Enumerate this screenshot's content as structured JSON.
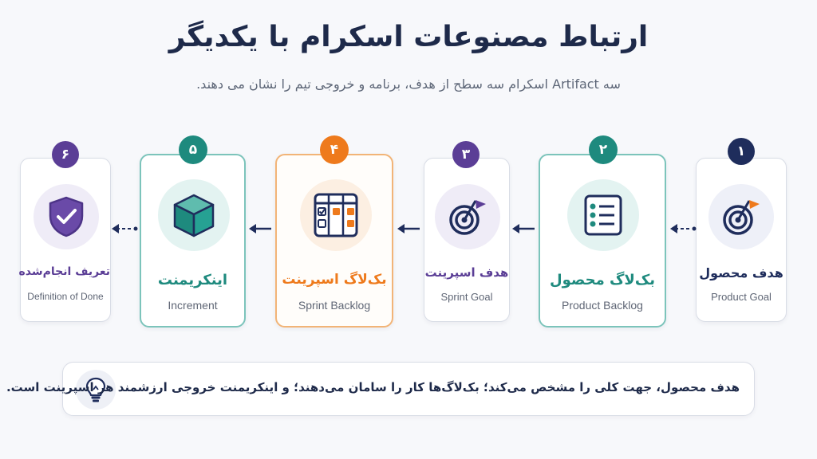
{
  "title": "ارتباط مصنوعات اسکرام با یکدیگر",
  "subtitle": "سه Artifact اسکرام سه سطح از هدف، برنامه و خروجی تیم را نشان می دهند.",
  "colors": {
    "navy": "#1f2d5c",
    "teal": "#1e8a7e",
    "purple": "#5b3e96",
    "orange": "#ee7a1c"
  },
  "artifacts": [
    {
      "number": "۱",
      "title_fa": "هدف محصول",
      "title_en": "Product Goal",
      "icon": "target-flag-icon"
    },
    {
      "number": "۲",
      "title_fa": "بک‌لاگ محصول",
      "title_en": "Product Backlog",
      "icon": "checklist-icon"
    },
    {
      "number": "۳",
      "title_fa": "هدف اسپرینت",
      "title_en": "Sprint Goal",
      "icon": "target-flag-icon"
    },
    {
      "number": "۴",
      "title_fa": "بک‌لاگ اسپرینت",
      "title_en": "Sprint Backlog",
      "icon": "task-board-icon"
    },
    {
      "number": "۵",
      "title_fa": "اینکریمنت",
      "title_en": "Increment",
      "icon": "cube-icon"
    },
    {
      "number": "۶",
      "title_fa": "تعریف انجام‌شده",
      "title_en": "Definition of Done",
      "icon": "shield-check-icon"
    }
  ],
  "note": {
    "text": "هدف محصول، جهت کلی را مشخص می‌کند؛ بک‌لاگ‌ها کار را سامان می‌دهند؛ و اینکریمنت خروجی ارزشمند هر اسپرینت است.",
    "icon": "lightbulb-icon"
  }
}
